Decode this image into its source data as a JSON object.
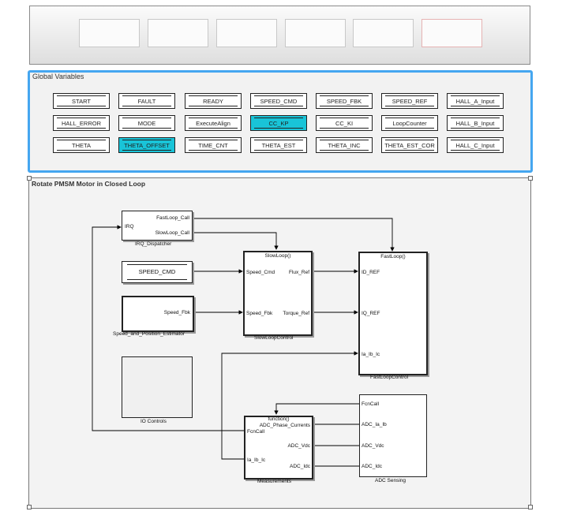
{
  "global_variables": {
    "title": "Global Variables",
    "rows": [
      [
        "START",
        "FAULT",
        "READY",
        "SPEED_CMD",
        "SPEED_FBK",
        "SPEED_REF",
        "HALL_A_Input"
      ],
      [
        "HALL_ERROR",
        "MODE",
        "ExecuteAlign",
        "CC_KP",
        "CC_KI",
        "LoopCounter",
        "HALL_B_Input"
      ],
      [
        "THETA",
        "THETA_OFFSET",
        "TIME_CNT",
        "THETA_EST",
        "THETA_INC",
        "THETA_EST_COR",
        "HALL_C_Input"
      ]
    ],
    "highlighted": [
      "CC_KP",
      "THETA_OFFSET"
    ],
    "highlight_color": "#19c4d8"
  },
  "subsystem": {
    "title": "Rotate PMSM Motor in Closed Loop",
    "irq_dispatcher": {
      "name": "IRQ_Dispatcher",
      "in_irq": "IRQ",
      "out_fast": "FastLoop_Call",
      "out_slow": "SlowLoop_Call"
    },
    "speed_cmd": {
      "label": "SPEED_CMD"
    },
    "estimator": {
      "name": "Speed_and_Position_Estimator",
      "out": "Speed_Fbk"
    },
    "io_controls": {
      "name": "IO Controls"
    },
    "slow_loop": {
      "name": "SlowLoopControl",
      "header": "SlowLoop()",
      "in_cmd": "Speed_Cmd",
      "in_fbk": "Speed_Fbk",
      "out_flux": "Flux_Ref",
      "out_torque": "Torque_Ref"
    },
    "fast_loop": {
      "name": "FastLoopControl",
      "header": "FastLoop()",
      "in_id": "ID_REF",
      "in_iq": "IQ_REF",
      "in_iabc": "Ia_Ib_Ic"
    },
    "measurements": {
      "name": "Measurements",
      "header": "function()",
      "fcncall": "FcnCall",
      "adc_phase": "ADC_Phase_Currents",
      "adc_vdc": "ADC_Vdc",
      "adc_idc": "ADC_Idc",
      "out_iabc": "Ia_Ib_Ic"
    },
    "adc_sensing": {
      "name": "ADC Sensing",
      "out_fcn": "FcnCall",
      "out_iaib": "ADC_Ia_Ib",
      "out_vdc": "ADC_Vdc",
      "out_idc": "ADC_Idc"
    }
  }
}
